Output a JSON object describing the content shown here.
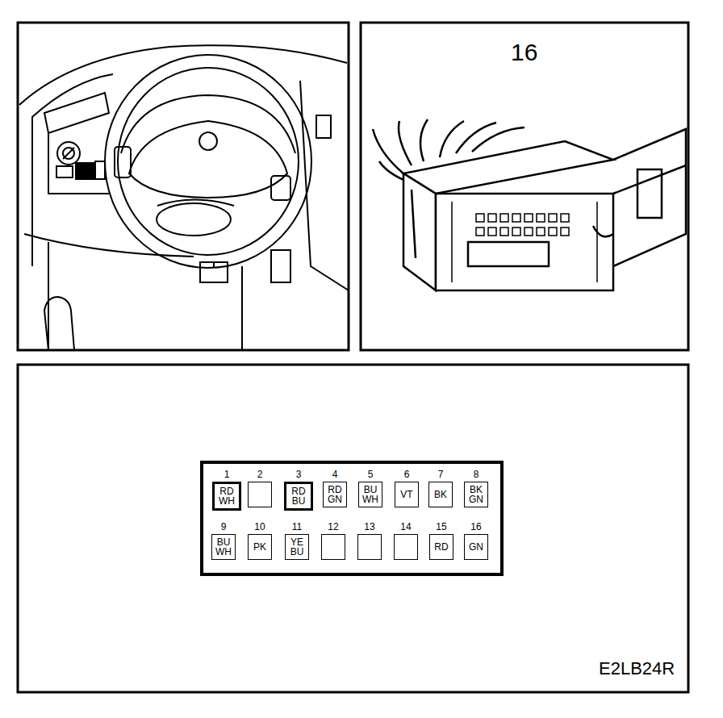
{
  "diagram": {
    "nodes": [
      {
        "text": [
          "1",
          "RD WH"
        ]
      },
      {
        "text": [
          "2"
        ]
      },
      {
        "text": [
          "3",
          "RD BU"
        ]
      },
      {
        "text": [
          "4",
          "RD GN"
        ]
      },
      {
        "text": [
          "5",
          "BU WH"
        ]
      },
      {
        "text": [
          "6",
          "VT"
        ]
      },
      {
        "text": [
          "7",
          "BK"
        ]
      },
      {
        "text": [
          "8",
          "BK GN"
        ]
      },
      {
        "text": [
          "9",
          "BU WH"
        ]
      },
      {
        "text": [
          "10",
          "PK"
        ]
      },
      {
        "text": [
          "11",
          "YE BU"
        ]
      },
      {
        "text": [
          "12"
        ]
      },
      {
        "text": [
          "13"
        ]
      },
      {
        "text": [
          "14"
        ]
      },
      {
        "text": [
          "15",
          "RD"
        ]
      },
      {
        "text": [
          "16",
          "GN"
        ]
      }
    ],
    "labels": [
      "16",
      "E2LB24R"
    ]
  }
}
